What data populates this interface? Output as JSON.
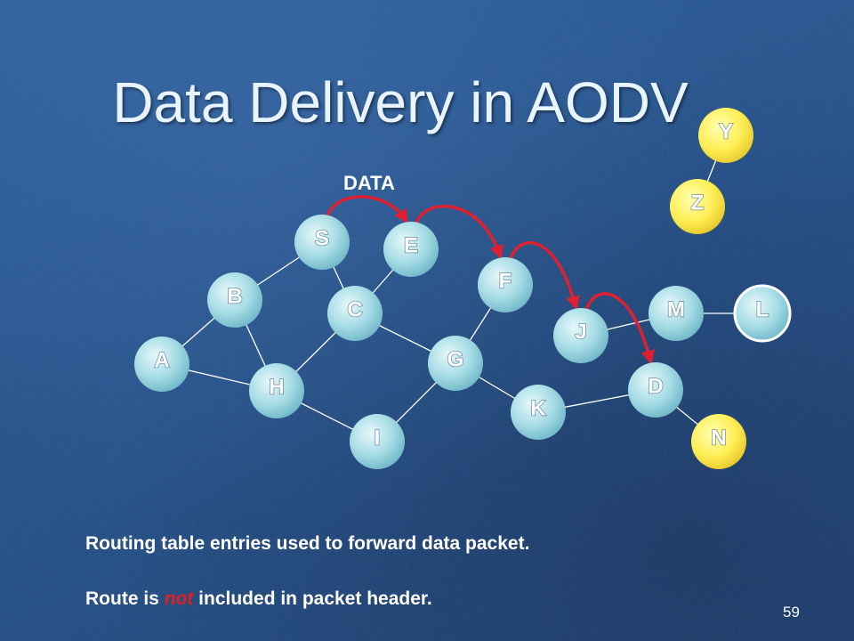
{
  "slide": {
    "title": "Data Delivery in AODV",
    "data_label": "DATA",
    "caption_line1": "Routing table entries used to forward data packet.",
    "caption_line2_before": "Route is ",
    "caption_line2_emphasis": "not",
    "caption_line2_after": " included in packet header.",
    "page_number": "59"
  },
  "colors": {
    "node_blue": "#a8dde6",
    "node_yellow": "#ffee55",
    "edge": "#ffffff",
    "arrow": "#e02030",
    "emphasis": "#e02020"
  },
  "nodes": [
    {
      "id": "S",
      "color": "blue"
    },
    {
      "id": "E",
      "color": "blue"
    },
    {
      "id": "B",
      "color": "blue"
    },
    {
      "id": "C",
      "color": "blue"
    },
    {
      "id": "F",
      "color": "blue"
    },
    {
      "id": "A",
      "color": "blue"
    },
    {
      "id": "G",
      "color": "blue"
    },
    {
      "id": "H",
      "color": "blue"
    },
    {
      "id": "I",
      "color": "blue"
    },
    {
      "id": "K",
      "color": "blue"
    },
    {
      "id": "J",
      "color": "blue"
    },
    {
      "id": "M",
      "color": "blue"
    },
    {
      "id": "L",
      "color": "blue"
    },
    {
      "id": "D",
      "color": "blue"
    },
    {
      "id": "N",
      "color": "yellow"
    },
    {
      "id": "Y",
      "color": "yellow"
    },
    {
      "id": "Z",
      "color": "yellow"
    }
  ],
  "edges": [
    [
      "S",
      "B"
    ],
    [
      "S",
      "C"
    ],
    [
      "C",
      "E"
    ],
    [
      "B",
      "A"
    ],
    [
      "B",
      "H"
    ],
    [
      "A",
      "H"
    ],
    [
      "H",
      "C"
    ],
    [
      "C",
      "G"
    ],
    [
      "H",
      "I"
    ],
    [
      "I",
      "G"
    ],
    [
      "G",
      "F"
    ],
    [
      "G",
      "K"
    ],
    [
      "K",
      "D"
    ],
    [
      "D",
      "N"
    ],
    [
      "J",
      "M"
    ],
    [
      "M",
      "L"
    ],
    [
      "Y",
      "Z"
    ]
  ],
  "data_path": [
    [
      "S",
      "E"
    ],
    [
      "E",
      "F"
    ],
    [
      "F",
      "J"
    ],
    [
      "J",
      "D"
    ]
  ]
}
